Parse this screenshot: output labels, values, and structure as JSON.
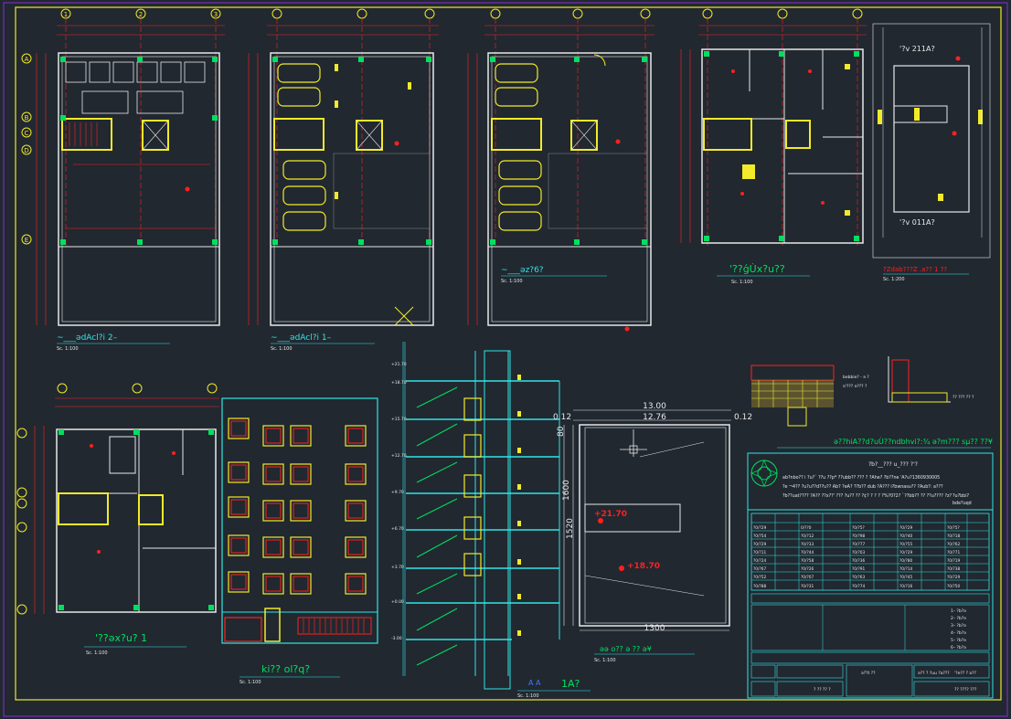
{
  "plans": [
    {
      "title": "~___ǝdAcl?i 2–",
      "scale": "Sc. 1:100"
    },
    {
      "title": "~___ǝdAcl?i 1–",
      "scale": "Sc. 1:100"
    },
    {
      "title": "~___ǝz?6?",
      "scale": "Sc. 1:100"
    },
    {
      "title": "'??ǵÙx?u??",
      "scale": "Sc. 1:100"
    },
    {
      "title": "?Zdab???Z .a?? 1 ??",
      "scale": "Sc. 1:200"
    }
  ],
  "plan_lower": {
    "title": "'??ǝx?u? 1",
    "scale": "Sc. 1:100"
  },
  "elevation": {
    "title": "ki?? ol?q?",
    "scale": "Sc. 1:100"
  },
  "section": {
    "title": "1A?",
    "scale": "Sc. 1:100",
    "marker": "A A"
  },
  "roof": {
    "title": "ǝǝ o?? ǝ ?? ǝ¥",
    "scale": "Sc. 1:100",
    "dim_top": "13.00",
    "dim_inner": "12.76",
    "dim_left_margin": "0.12",
    "dim_right_margin": "0.12",
    "dim_bottom": "1300",
    "dim_side1": "1600",
    "dim_side2": "1520",
    "dim_small": "80",
    "elev_upper": "+21.70",
    "elev_lower": "+18.70"
  },
  "detail_caption": "ǝ??hiA??d?uÙ??ndbhvi?:¾   ǝ?m??? sµ?? ??¥",
  "detail_labels": [
    "bebbie? - ǝ ?",
    "ǝ'??? ǝ??? ?",
    "?? ??? ?? ?"
  ],
  "titleblock": {
    "header": "?b?__??? u_??? ?'?",
    "rows": [
      "ab?nbo?? i ?u?` ??u ??p* ??ubb?? ??? ? ?Ahe?   ?b??ne 'A?u?1360930005",
      "?e ¬4?? ?u?u??d??u?? Ab? ?eA? ??b?? dub ?A??? i?bwnasu?? ?Aub?: a???  ",
      "?b??uat???? ?A?? ??x??' ??? ?u?? ?? ?¢? ? ? ? ?%?0?2?  `??bb?? ?? ??u???? ?z?",
      "?u?bbi?",
      "bde?uqd"
    ],
    "legend": [
      "1– ?b?ǝ",
      "2– ?b?ǝ",
      "3– ?b?ǝ",
      "4– ?b?ǝ",
      "5– ?b?ǝ",
      "6– ?b?ǝ"
    ],
    "footer": [
      "'?e?? ?  a??",
      "ǝ??t ??",
      "ǝ?? ? ?uu ?a???",
      "?? ???? ???",
      "? ?? ?? ?"
    ]
  },
  "colors": {
    "background": "#212830",
    "frame": "#f0e52a",
    "wall": "#e8e8e8",
    "dim": "#ff2020",
    "axis": "#00e060",
    "cyan": "#31e5e5",
    "yellow": "#f2ea2a"
  },
  "icons": [
    "axis-bubble",
    "north-arrow",
    "elevation-marker",
    "car-symbol",
    "logo-seal"
  ]
}
